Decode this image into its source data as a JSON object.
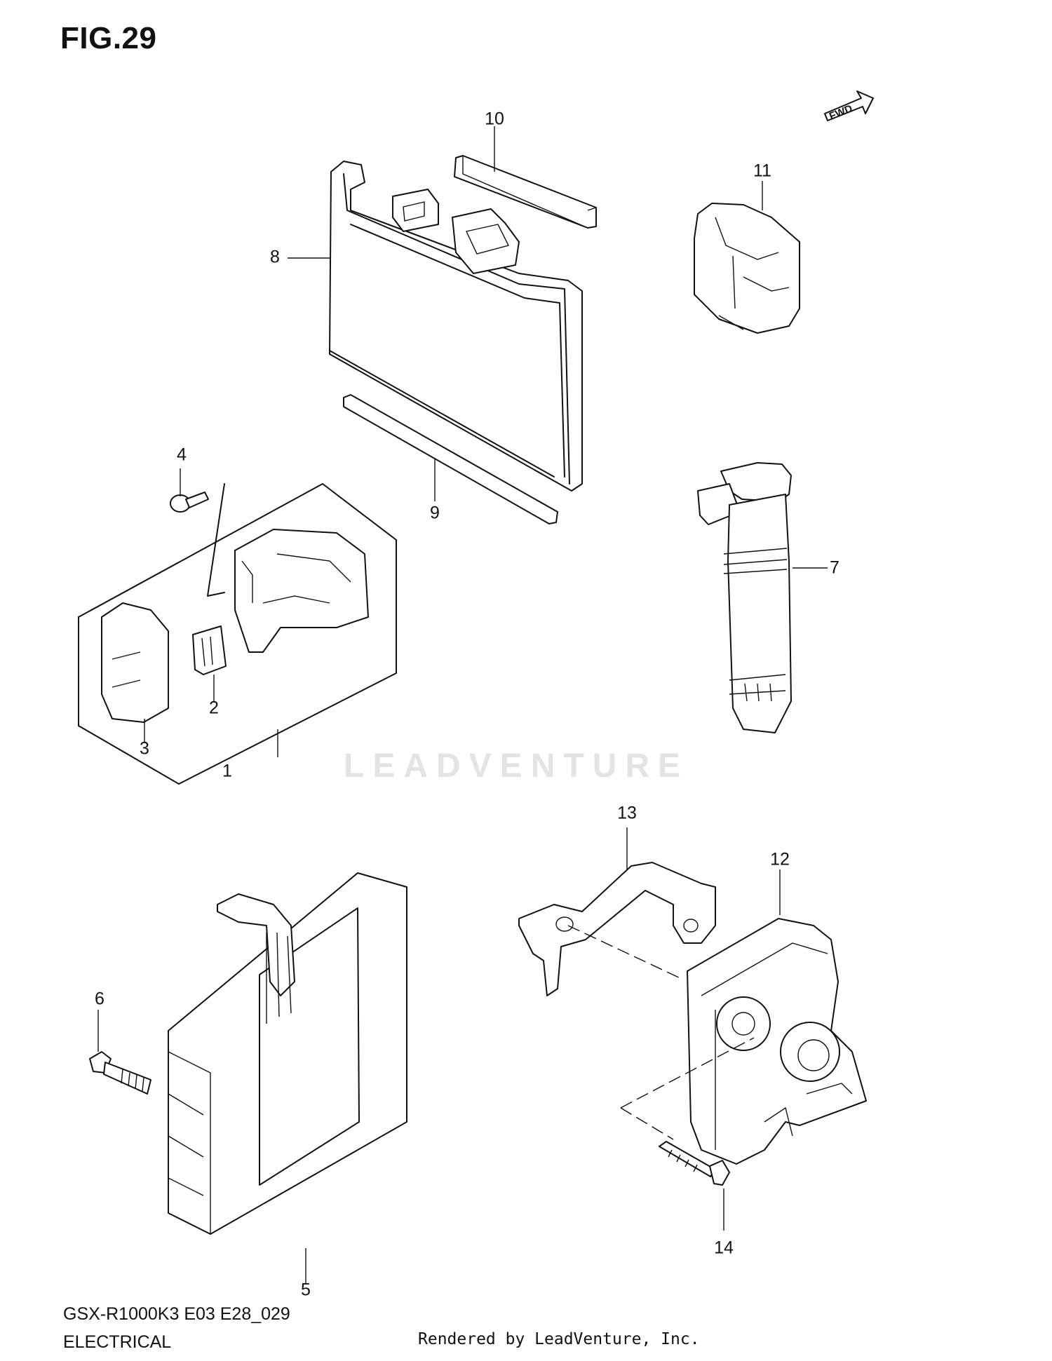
{
  "figure": {
    "title": "FIG.29",
    "fwd_label": "FWD",
    "watermark": "LEADVENTURE"
  },
  "callouts": [
    {
      "id": "1",
      "label": "1"
    },
    {
      "id": "2",
      "label": "2"
    },
    {
      "id": "3",
      "label": "3"
    },
    {
      "id": "4",
      "label": "4"
    },
    {
      "id": "5",
      "label": "5"
    },
    {
      "id": "6",
      "label": "6"
    },
    {
      "id": "7",
      "label": "7"
    },
    {
      "id": "8",
      "label": "8"
    },
    {
      "id": "9",
      "label": "9"
    },
    {
      "id": "10",
      "label": "10"
    },
    {
      "id": "11",
      "label": "11"
    },
    {
      "id": "12",
      "label": "12"
    },
    {
      "id": "13",
      "label": "13"
    },
    {
      "id": "14",
      "label": "14"
    }
  ],
  "footer": {
    "model_code": "GSX-R1000K3 E03 E28_029",
    "section": "ELECTRICAL",
    "rendered_by": "Rendered by LeadVenture, Inc."
  }
}
